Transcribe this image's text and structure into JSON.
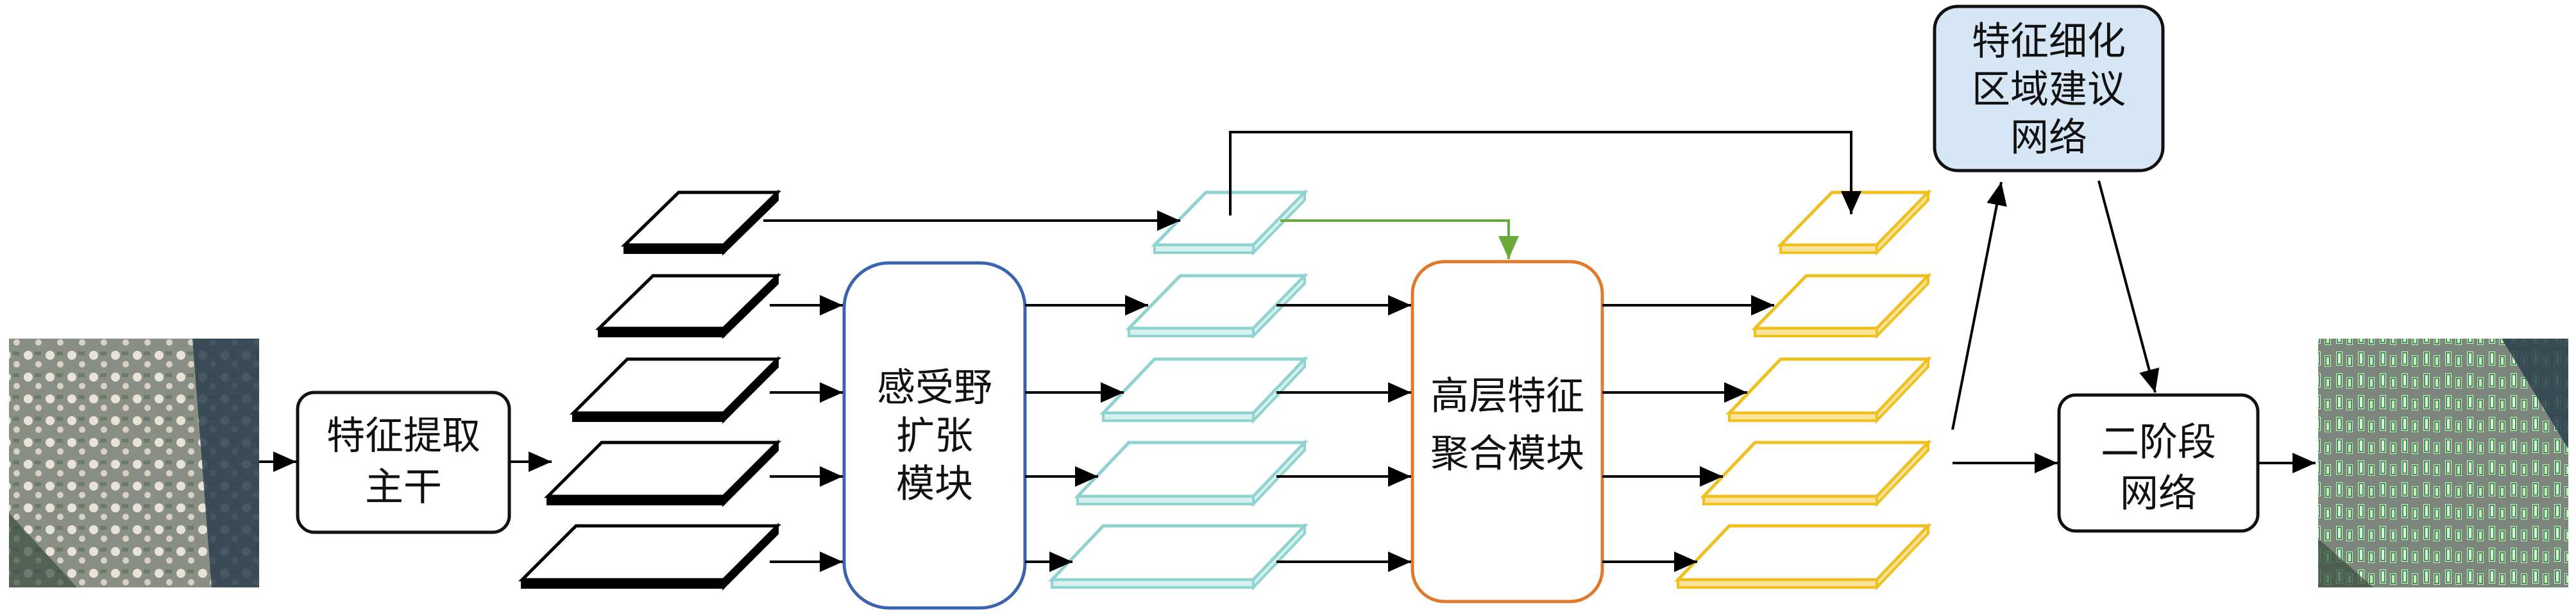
{
  "nodes": {
    "backbone": {
      "lines": [
        "特征提取",
        "主干"
      ]
    },
    "rfe": {
      "lines": [
        "感受野",
        "扩张",
        "模块"
      ]
    },
    "hlfa": {
      "lines": [
        "高层特征",
        "聚合模块"
      ]
    },
    "frpn": {
      "lines": [
        "特征细化",
        "区域建议",
        "网络"
      ]
    },
    "two_stage": {
      "lines": [
        "二阶段",
        "网络"
      ]
    }
  },
  "colors": {
    "black_layers": "#000000",
    "cyan_layers": "#8fd3d0",
    "cyan_fill": "#d4f1ee",
    "yellow_layers": "#f0c020",
    "yellow_fill": "#fbe39a",
    "rfe_border": "#3a64b0",
    "hlfa_border": "#e07a2a",
    "frpn_fill": "#d7e6f4",
    "green_arrow": "#6aaa3a"
  },
  "images": {
    "input": {
      "icon": "satellite-image-input"
    },
    "output": {
      "icon": "satellite-image-detections"
    }
  }
}
